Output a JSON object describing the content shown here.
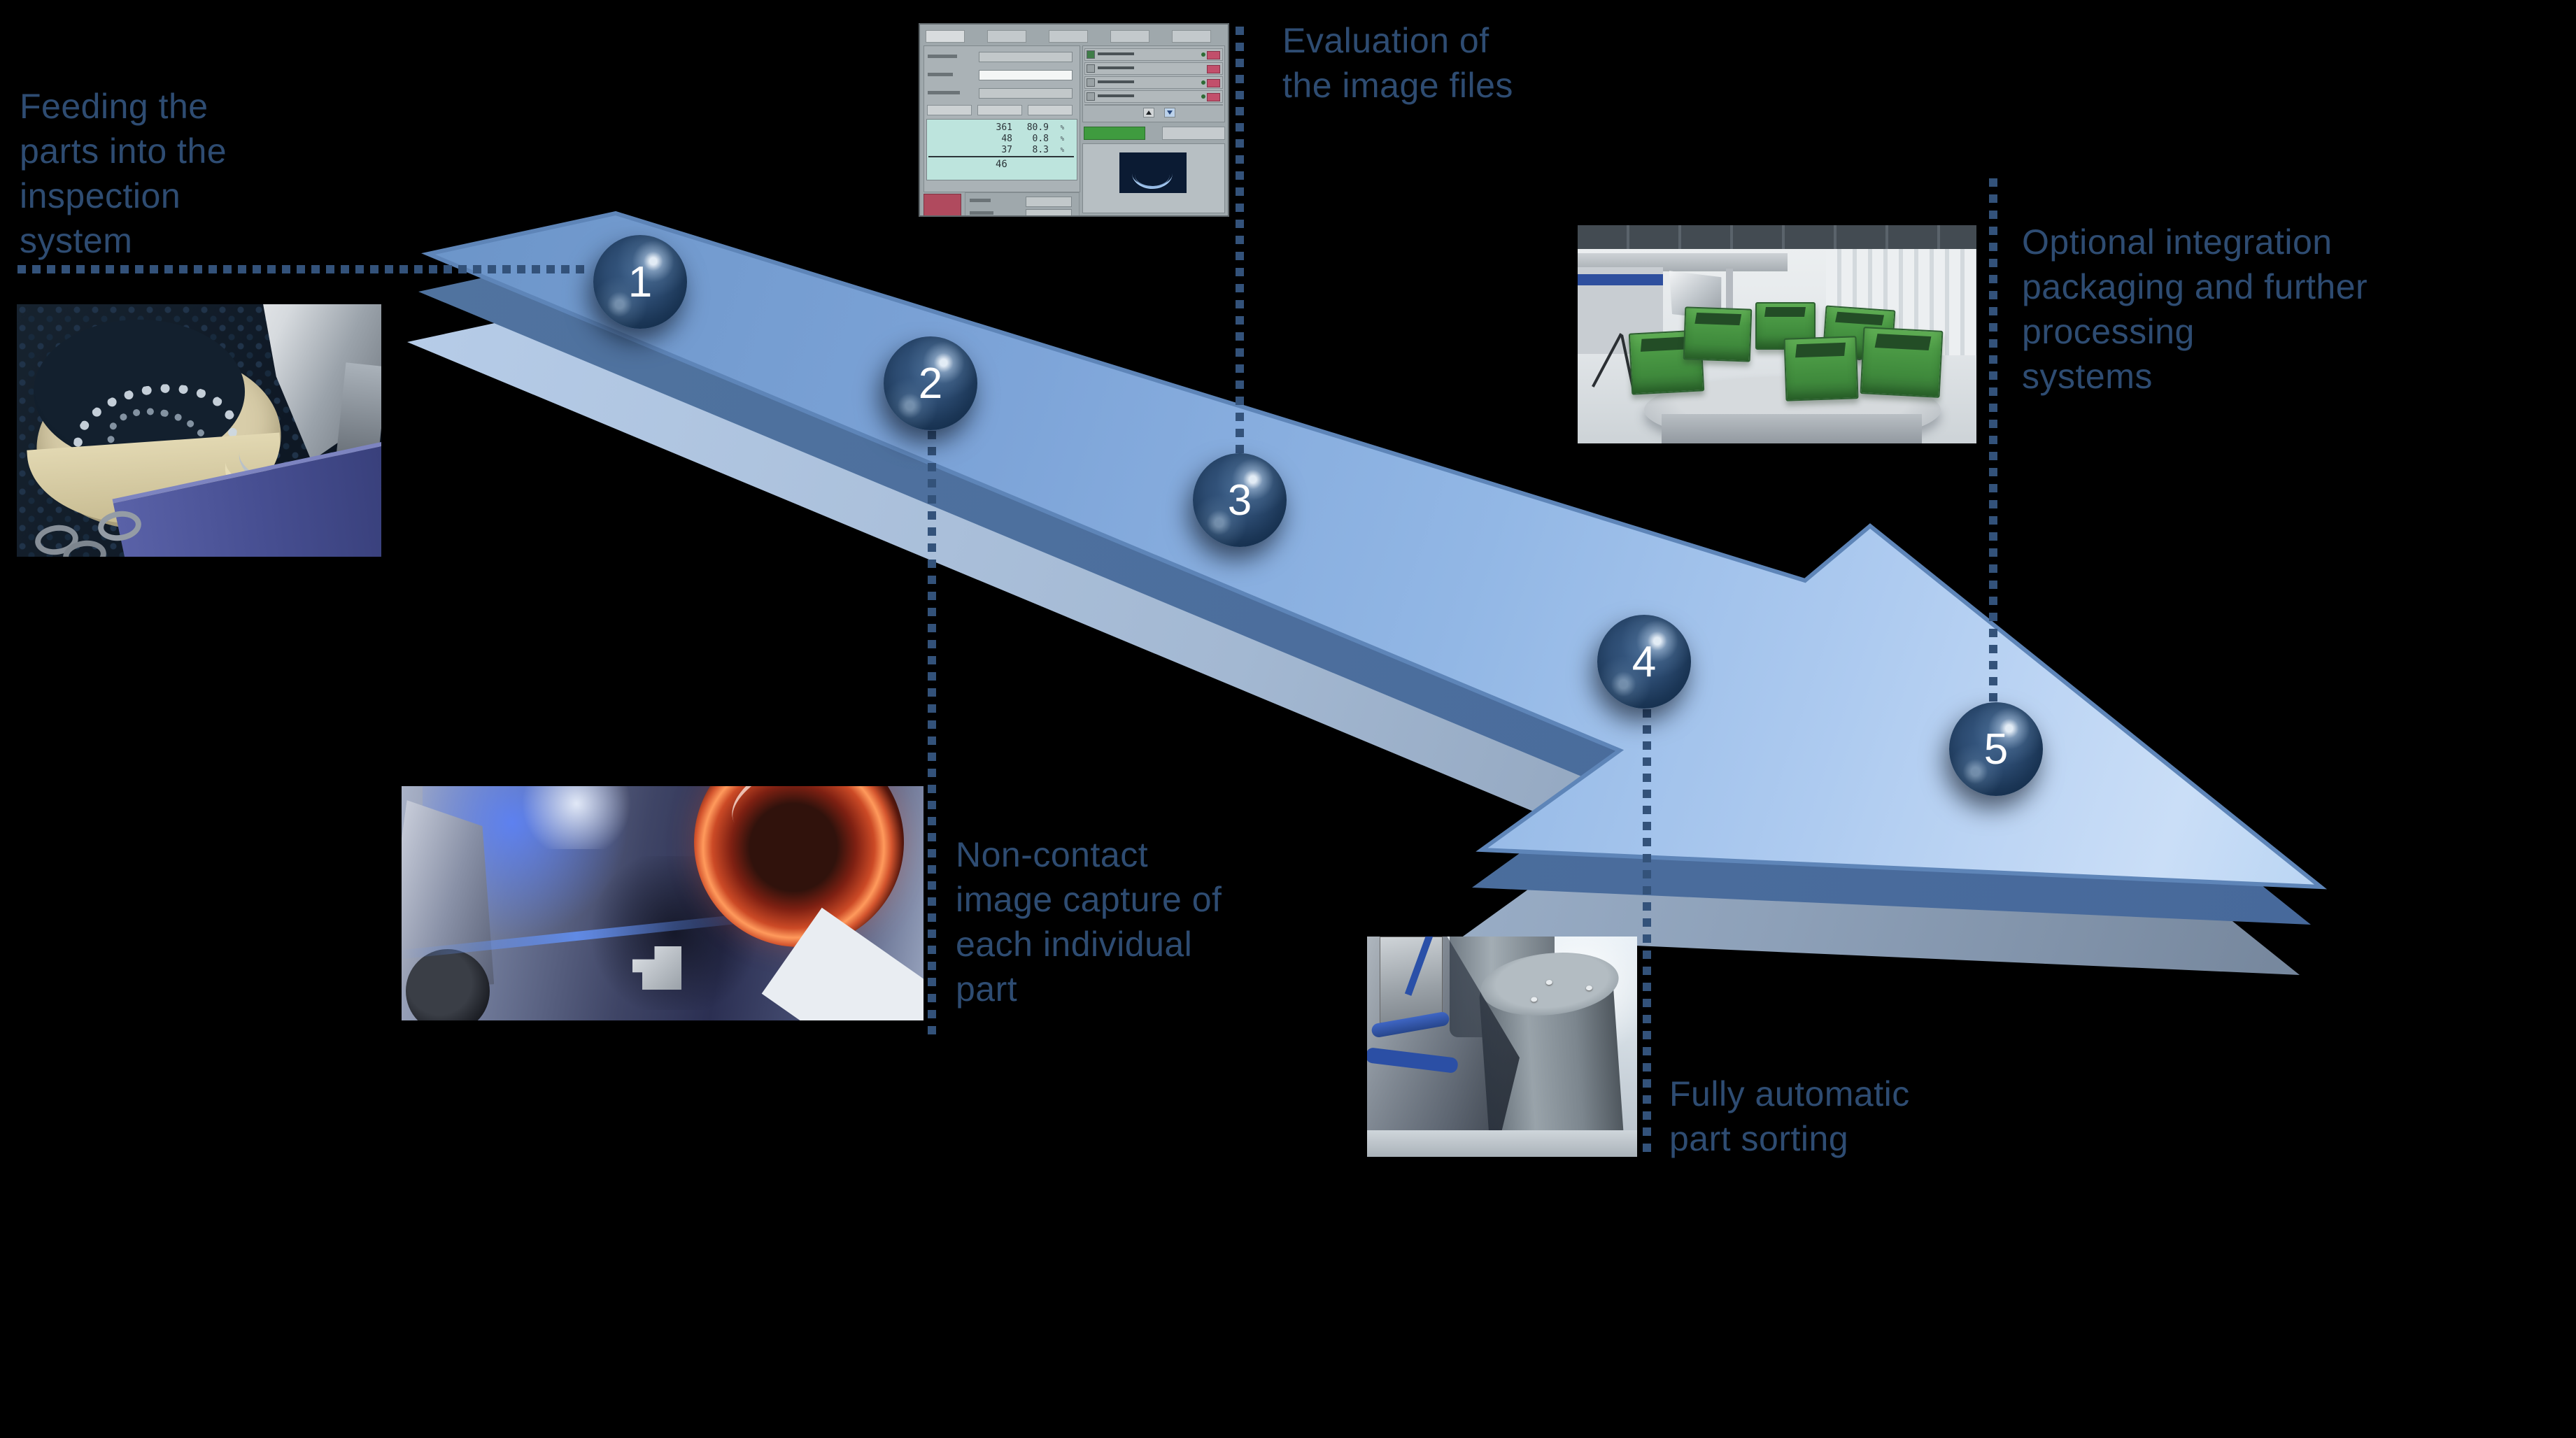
{
  "palette": {
    "background": "#000000",
    "label_text": "#2e4c72",
    "dot_line": "#33527a",
    "arrow_top_start": "#6c95c9",
    "arrow_top_end": "#bad5f3",
    "arrow_side": "#4a6f9f",
    "arrow_bottom_tail": "#b6cce8",
    "arrow_bottom_head": "#76879d",
    "sphere_dark": "#0c2440",
    "sphere_number": "#ffffff",
    "crate_green": "#4b9a45",
    "software_alert_red": "#b04a5e",
    "software_start_green": "#3f9b3f",
    "software_readout_teal": "#bde4dd"
  },
  "steps": [
    {
      "num": "1",
      "label": "Feeding the\nparts into the\ninspection\nsystem"
    },
    {
      "num": "2",
      "label": "Non-contact\nimage capture of\neach individual\npart"
    },
    {
      "num": "3",
      "label": "Evaluation of\nthe image files"
    },
    {
      "num": "4",
      "label": "Fully automatic\npart sorting"
    },
    {
      "num": "5",
      "label": "Optional integration\npackaging and further\nprocessing\nsystems"
    }
  ],
  "software_screenshot": {
    "readouts": [
      {
        "value": "361",
        "percent": "80.9",
        "unit": "%"
      },
      {
        "value": "48",
        "percent": "0.8",
        "unit": "%"
      },
      {
        "value": "37",
        "percent": "8.3",
        "unit": "%"
      }
    ],
    "total": "46"
  }
}
